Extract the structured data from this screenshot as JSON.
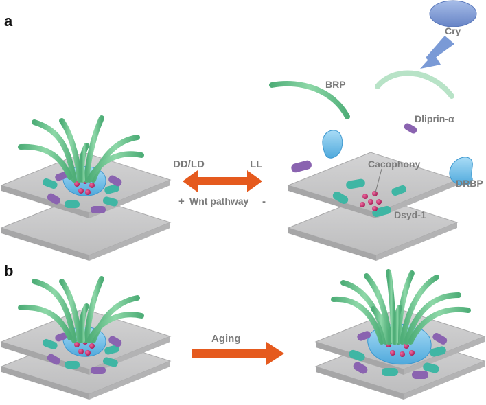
{
  "panels": {
    "a": "a",
    "b": "b"
  },
  "labels": {
    "cry": "Cry",
    "brp": "BRP",
    "dliprin": "Dliprin-α",
    "cacophony": "Cacophony",
    "drbp": "DRBP",
    "dsyd": "Dsyd-1",
    "dd_ld": "DD/LD",
    "ll": "LL",
    "wnt_plus": "+",
    "wnt": "Wnt pathway",
    "wnt_minus": "-",
    "aging": "Aging"
  },
  "colors": {
    "membrane": "#c9c9ca",
    "filament": "#6cc58f",
    "filament_light": "#b8e3c7",
    "blue_protein": "#7dc4ec",
    "cry": "#7a9ad6",
    "purple": "#8a63b0",
    "teal": "#3fb6a4",
    "vesicle": "#c2286a",
    "arrow": "#e55a1e",
    "text": "#7b7b7b"
  }
}
